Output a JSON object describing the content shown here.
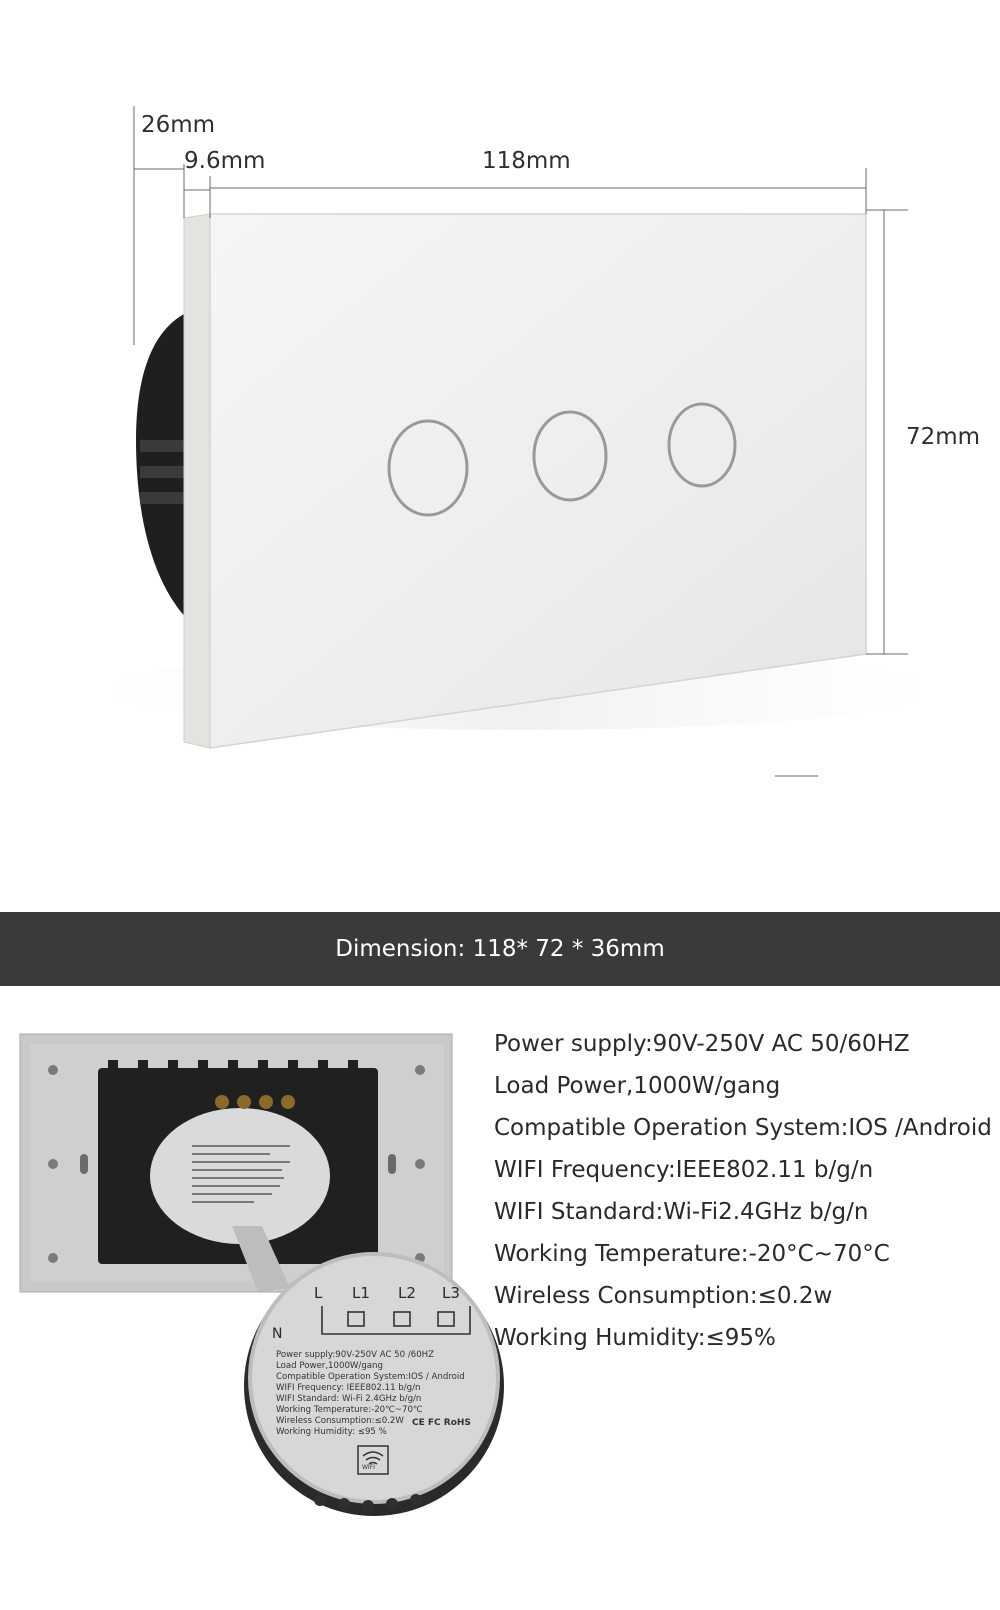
{
  "dimensions": {
    "depth": "26mm",
    "plate_thickness": "9.6mm",
    "width": "118mm",
    "height": "72mm"
  },
  "banner": {
    "text": "Dimension: 118* 72 * 36mm"
  },
  "back_label": {
    "terminals": [
      "L",
      "L1",
      "L2",
      "L3"
    ],
    "neutral": "N",
    "lines": [
      "Power supply:90V-250V AC  50 /60HZ",
      "Load Power,1000W/gang",
      "Compatible Operation System:IOS / Android",
      "WIFI Frequency: IEEE802.11 b/g/n",
      "WIFI Standard: Wi-Fi 2.4GHz b/g/n",
      "Working Temperature:-20℃~70℃",
      "Wireless Consumption:≤0.2W",
      "Working Humidity: ≤95 %"
    ],
    "certifications": "CE FC RoHS",
    "wifi_badge": "WIFI"
  },
  "specs": [
    "Power supply:90V-250V AC 50/60HZ",
    "Load Power,1000W/gang",
    "Compatible Operation System:IOS /Android",
    "WIFI Frequency:IEEE802.11 b/g/n",
    "WIFI Standard:Wi-Fi2.4GHz b/g/n",
    "Working Temperature:-20°C~70°C",
    "Wireless Consumption:≤0.2w",
    "Working Humidity:≤95%"
  ],
  "colors": {
    "banner_bg": "#3a3a3a",
    "glass_panel": "#eef1f0",
    "switch_body": "#1f1f1f",
    "back_plate": "#c9cac8"
  }
}
